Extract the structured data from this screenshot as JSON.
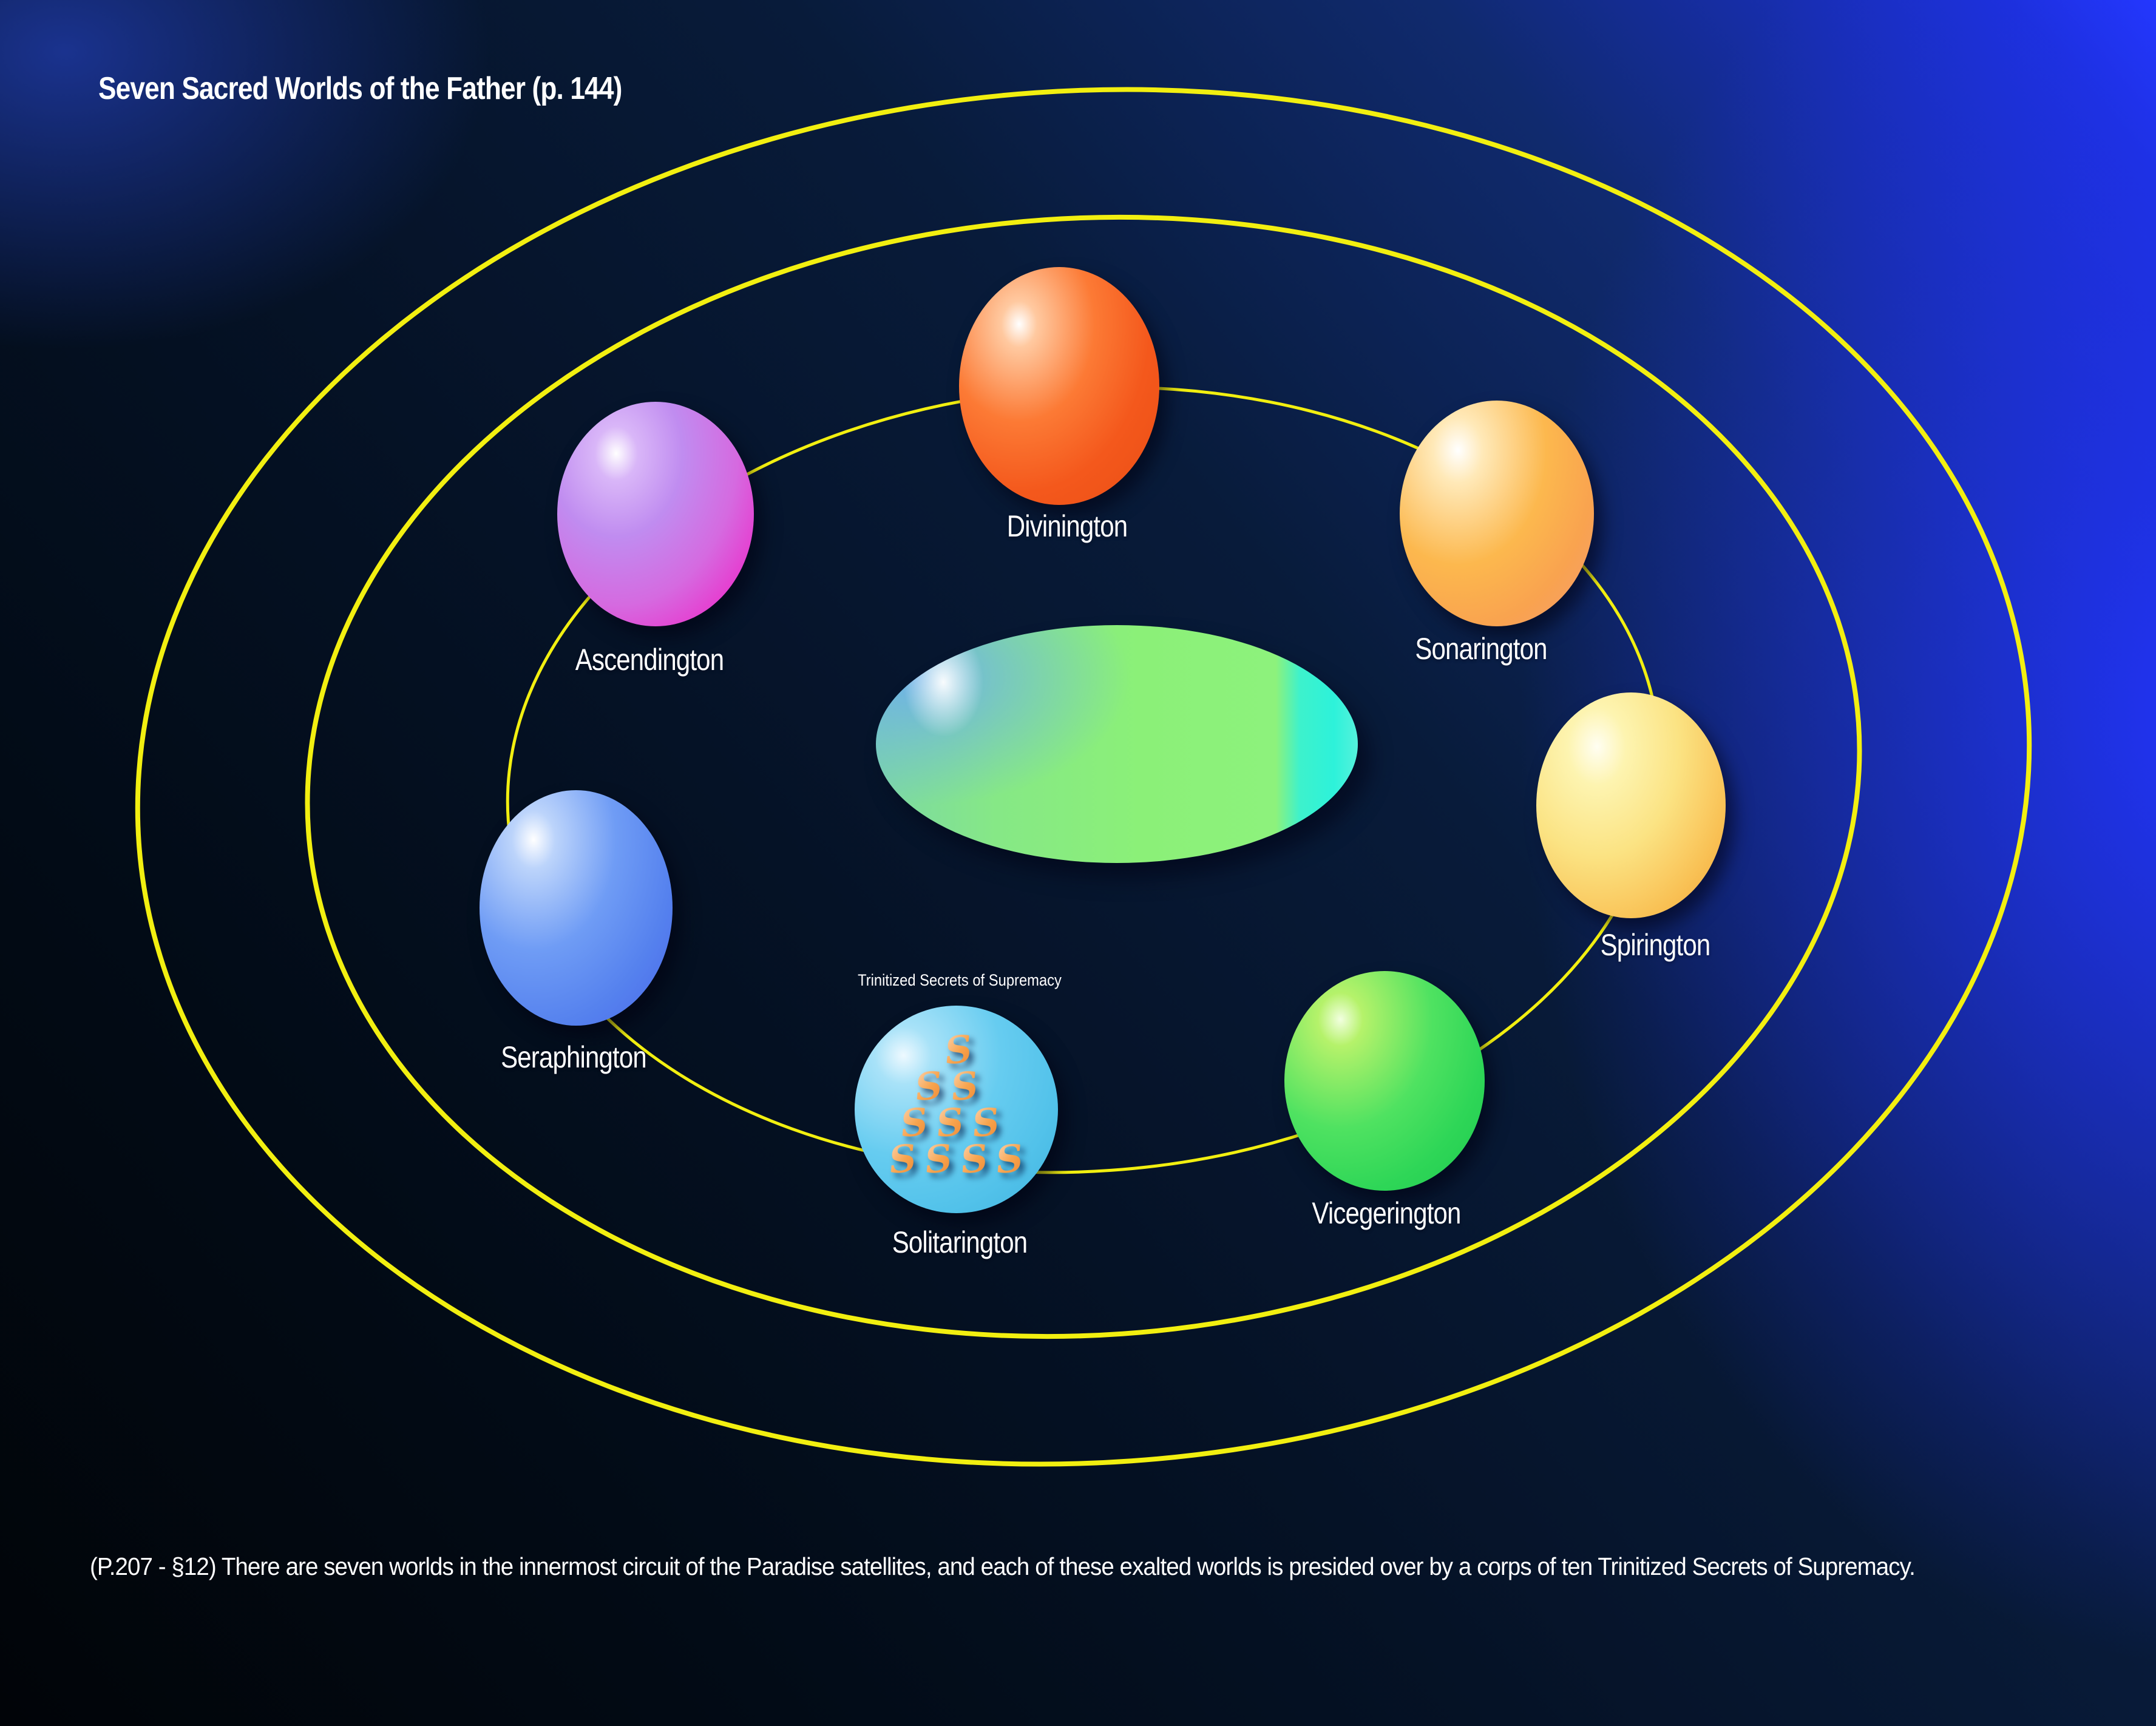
{
  "title": "Seven Sacred Worlds of the Father (p. 144)",
  "caption": "(P.207 - §12) There are seven worlds in the innermost circuit of the Paradise satellites, and each of these exalted worlds is presided over by a corps of ten Trinitized Secrets of Supremacy.",
  "annotation": {
    "label": "Trinitized Secrets of Supremacy",
    "glyph": "S",
    "glyph_count": 10
  },
  "worlds": [
    {
      "name": "Divinington",
      "color": "#f4571c"
    },
    {
      "name": "Sonarington",
      "color": "#fba045"
    },
    {
      "name": "Spirington",
      "color": "#fbd25a"
    },
    {
      "name": "Vicegerington",
      "color": "#2ed657"
    },
    {
      "name": "Solitarington",
      "color": "#52c2ea"
    },
    {
      "name": "Seraphington",
      "color": "#5581ee"
    },
    {
      "name": "Ascendington",
      "color": "#d56ae0"
    }
  ],
  "colors": {
    "orbit_ring": "#f2ef10",
    "background_bright_blue": "#2438ff",
    "background_dark": "#02090f",
    "central_ellipse_green": "#8bf078",
    "central_ellipse_cyan": "#2df2da",
    "label_text": "#ffffff"
  }
}
